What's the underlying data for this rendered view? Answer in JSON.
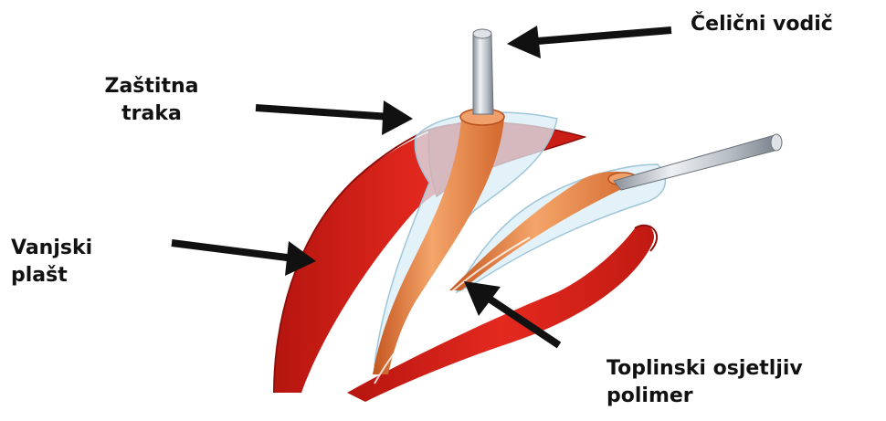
{
  "labels": {
    "steel_conductor": "Čelični vodič",
    "protective_tape_line1": "Zaštitna",
    "protective_tape_line2": "traka",
    "outer_sheath_line1": "Vanjski",
    "outer_sheath_line2": "plašt",
    "polymer_line1": "Toplinski osjetljiv",
    "polymer_line2": "polimer"
  },
  "colors": {
    "sheath_red": "#e0231b",
    "sheath_dark_red": "#a8120d",
    "polymer_orange": "#e9884a",
    "tape_blue": "#cfe6f2",
    "steel_grey": "#b8bec6",
    "arrow": "#111111"
  }
}
